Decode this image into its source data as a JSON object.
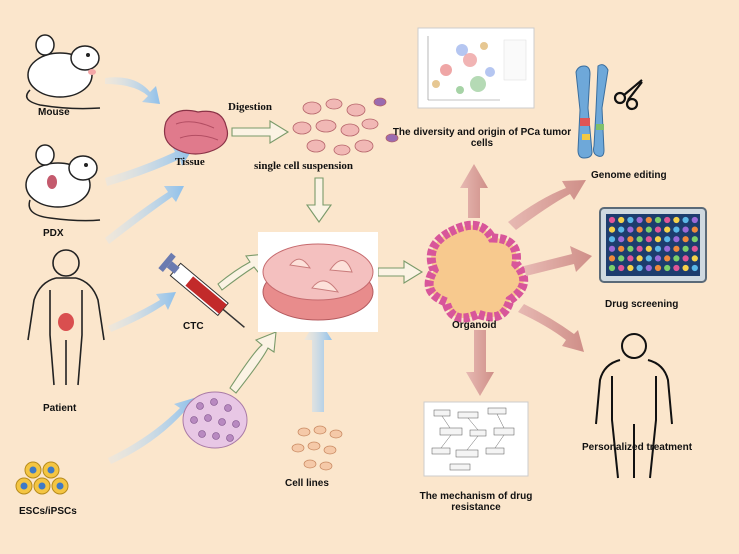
{
  "labels": {
    "mouse": "Mouse",
    "pdx": "PDX",
    "patient": "Patient",
    "escs": "ESCs/iPSCs",
    "tissue": "Tissue",
    "digestion": "Digestion",
    "single_cell": "single cell suspension",
    "ctc": "CTC",
    "cell_lines": "Cell lines",
    "organoid": "Organoid",
    "diversity": "The diversity and origin of PCa tumor cells",
    "genome_editing": "Genome editing",
    "drug_screening": "Drug screening",
    "personalized": "Personalized treatment",
    "mechanism": "The mechanism of drug resistance"
  },
  "colors": {
    "background": "#fbe6cc",
    "blue_arrow": "#a9cdea",
    "pink_arrow": "#d9a09a",
    "outline_arrow": "#7a9a6a",
    "organoid_fill": "#f7c98e",
    "organoid_border": "#d8569a",
    "dish_fill": "#e88c8c"
  }
}
